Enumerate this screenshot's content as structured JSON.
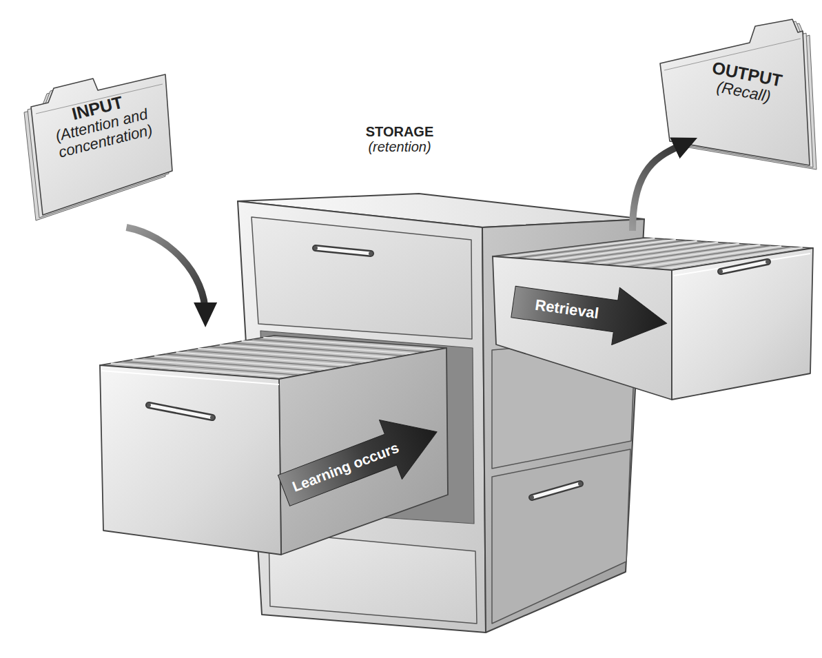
{
  "diagram": {
    "nodes": [
      {
        "text": [
          "INPUT",
          "(Attention and concentration)"
        ]
      },
      {
        "text": [
          "STORAGE",
          "(retention)"
        ]
      },
      {
        "text": [
          "Learning occurs"
        ],
        "in": 1
      },
      {
        "text": [
          "Retrieval"
        ],
        "in": 1
      },
      {
        "text": [
          "OUTPUT",
          "(Recall)"
        ]
      }
    ],
    "edges": [
      {
        "from": 0,
        "to": 2,
        "arrow": "to"
      },
      {
        "from": 3,
        "to": 4,
        "arrow": "to"
      }
    ]
  }
}
